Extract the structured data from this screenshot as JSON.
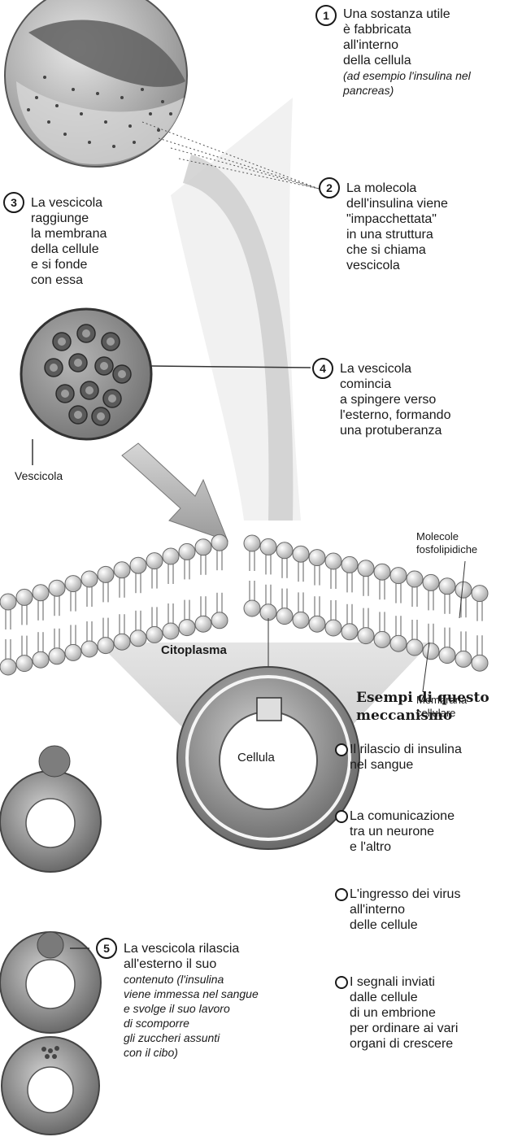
{
  "steps": [
    {
      "num": "1",
      "lines": [
        "Una sostanza utile",
        "è fabbricata",
        "all'interno",
        "della cellula"
      ],
      "italic": "(ad esempio l'insulina nel pancreas)"
    },
    {
      "num": "2",
      "lines": [
        "La molecola",
        "dell'insulina viene",
        "\"impacchettata\"",
        "in una struttura",
        "che si chiama",
        "vescicola"
      ]
    },
    {
      "num": "3",
      "lines": [
        "La vescicola",
        "raggiunge",
        "la membrana",
        "della cellule",
        "e si fonde",
        "con essa"
      ]
    },
    {
      "num": "4",
      "lines": [
        "La vescicola",
        "comincia",
        "a spingere verso",
        "l'esterno, formando",
        "una protuberanza"
      ]
    },
    {
      "num": "5",
      "lines": [
        "La vescicola rilascia",
        "all'esterno il suo"
      ],
      "italic_lines": [
        "contenuto (l'insulina",
        "viene immessa nel sangue",
        "e svolge il suo lavoro",
        "di scomporre",
        "gli zuccheri assunti",
        "con il cibo)"
      ]
    }
  ],
  "labels": {
    "vescicola": "Vescicola",
    "molecole": [
      "Molecole",
      "fosfolipidiche"
    ],
    "citoplasma": "Citoplasma",
    "cellula": "Cellula",
    "membrana": [
      "Membrana",
      "cellulare"
    ]
  },
  "examples": {
    "title": [
      "Esempi di questo",
      "meccanismo"
    ],
    "items": [
      [
        "Il rilascio di insulina",
        "nel sangue"
      ],
      [
        "La comunicazione",
        "tra un neurone",
        "e l'altro"
      ],
      [
        "L'ingresso dei virus",
        "all'interno",
        "delle cellule"
      ],
      [
        "I segnali inviati",
        "dalle cellule",
        "di un embrione",
        "per ordinare ai vari",
        "organi di crescere"
      ]
    ]
  }
}
